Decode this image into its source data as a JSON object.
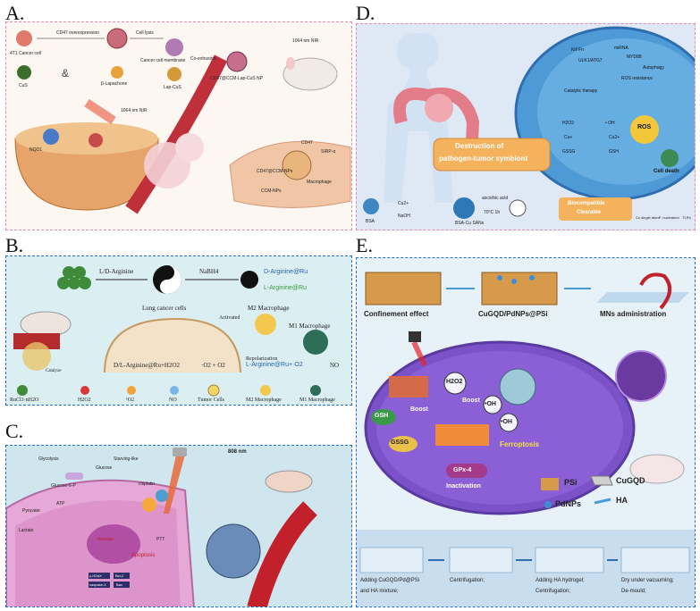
{
  "panels": {
    "a": {
      "letter": "A.",
      "cancer_cell": "4T1 Cancer cell",
      "cd47": "CD47 overexpression",
      "cell_lysis": "Cell lysis",
      "ccm": "Cancer cell membrane",
      "coextrusion": "Co-extrusion",
      "cus": "CuS",
      "amp": "&",
      "blap": "β-Lapachone",
      "lapcus": "Lap-CuS",
      "np": "CD47@CCM-Lap-CuS NP",
      "nir_top": "1064 nm NIR",
      "nir_mid": "1064 nm NIR",
      "nqo1": "NQO1",
      "cd47_r": "CD47",
      "sirp": "SIRP-α",
      "nps1": "CD47@CCM-NPs",
      "nps2": "CCM-NPs",
      "macro": "Macrophage"
    },
    "b": {
      "letter": "B.",
      "ldarg": "L/D-Arginine",
      "nabh": "NaBH4",
      "darg": "D-Arginine@Ru",
      "larg": "L-Arginine@Ru",
      "lung": "Lung cancer cells",
      "m2": "M2 Macrophage",
      "activated": "Activated",
      "m1": "M1 Macrophage",
      "repol": "Repolarization",
      "catalyze": "Catalyze",
      "eq1": "D/L-Arginine@Ru+H2O2",
      "eq2": "·O2 + O2",
      "eq3": "L-Arginine@Ru+·O2",
      "eq4": "NO",
      "legend": [
        "RuCl3·nH2O",
        "H2O2",
        "¹O2",
        "NO",
        "Tumor Cells",
        "M2 Macrophage",
        "M1 Macrophage"
      ]
    },
    "c": {
      "letter": "C.",
      "nir": "808 nm",
      "glycolysis": "Glycolysis",
      "glucose": "Glucose",
      "starving": "Starving-like",
      "g6p": "Glucose-6-P",
      "atp": "ATP",
      "pyruvate": "Pyruvate",
      "lactate": "Lactate",
      "cisplatin": "cisplatin",
      "damage": "damage",
      "apoptosis": "Apoptosis",
      "h2ax": "γ-H2AX",
      "casp": "caspase-3",
      "bcl": "Bcl-2",
      "bax": "Bax",
      "ptt": "PTT"
    },
    "d": {
      "letter": "D.",
      "kill": "Kill Fn",
      "ulk": "ULK1/ATG7",
      "mir": "miRNA",
      "myd": "MYD88",
      "auto": "Autophagy",
      "rosres": "ROS resistance",
      "cat": "Catalytic therapy",
      "ros": "ROS",
      "h2o2": "H2O2",
      "oh": "• OH",
      "cup": "Cu+",
      "cu2": "Cu2+",
      "gssg": "GSSG",
      "gsh": "GSH",
      "death": "Cell death",
      "banner1": "Destruction of",
      "banner2": "pathogen-tumor symbiont",
      "bsa": "BSA",
      "cu2b": "Cu2+",
      "naoh": "NaOH",
      "asc": "ascorbic acid",
      "temp": "70°C 1h",
      "bsacu": "BSA-Cu SANs",
      "bio1": "Biocompatible",
      "bio2": "Clearable",
      "leg1": "Cu single atom",
      "leg2": "F. nucleatum",
      "leg3": "TLR4"
    },
    "e": {
      "letter": "E.",
      "conf": "Confinement effect",
      "cugqd": "CuGQD/PdNPs@PSi",
      "mns": "MNs administration",
      "h2o2": "H2O2",
      "oh1": "•OH",
      "oh2": "•OH",
      "boost1": "Boost",
      "boost2": "Boost",
      "gsh": "GSH",
      "gssg": "GSSG",
      "ferro": "Ferroptosis",
      "gpx": "GPx-4",
      "inact": "Inactivation",
      "psi": "PSi",
      "cugqd_leg": "CuGQD",
      "pdnp": "PdNPs",
      "ha": "HA",
      "step1a": "Adding CuGQD/Pd@PSi",
      "step1b": "and HA mixture;",
      "step2": "Centrifugation;",
      "step3a": "Adding HA hydrogel;",
      "step3b": "Centrifugation;",
      "step4a": "Dry under vacuuming;",
      "step4b": "De-mould;"
    }
  }
}
